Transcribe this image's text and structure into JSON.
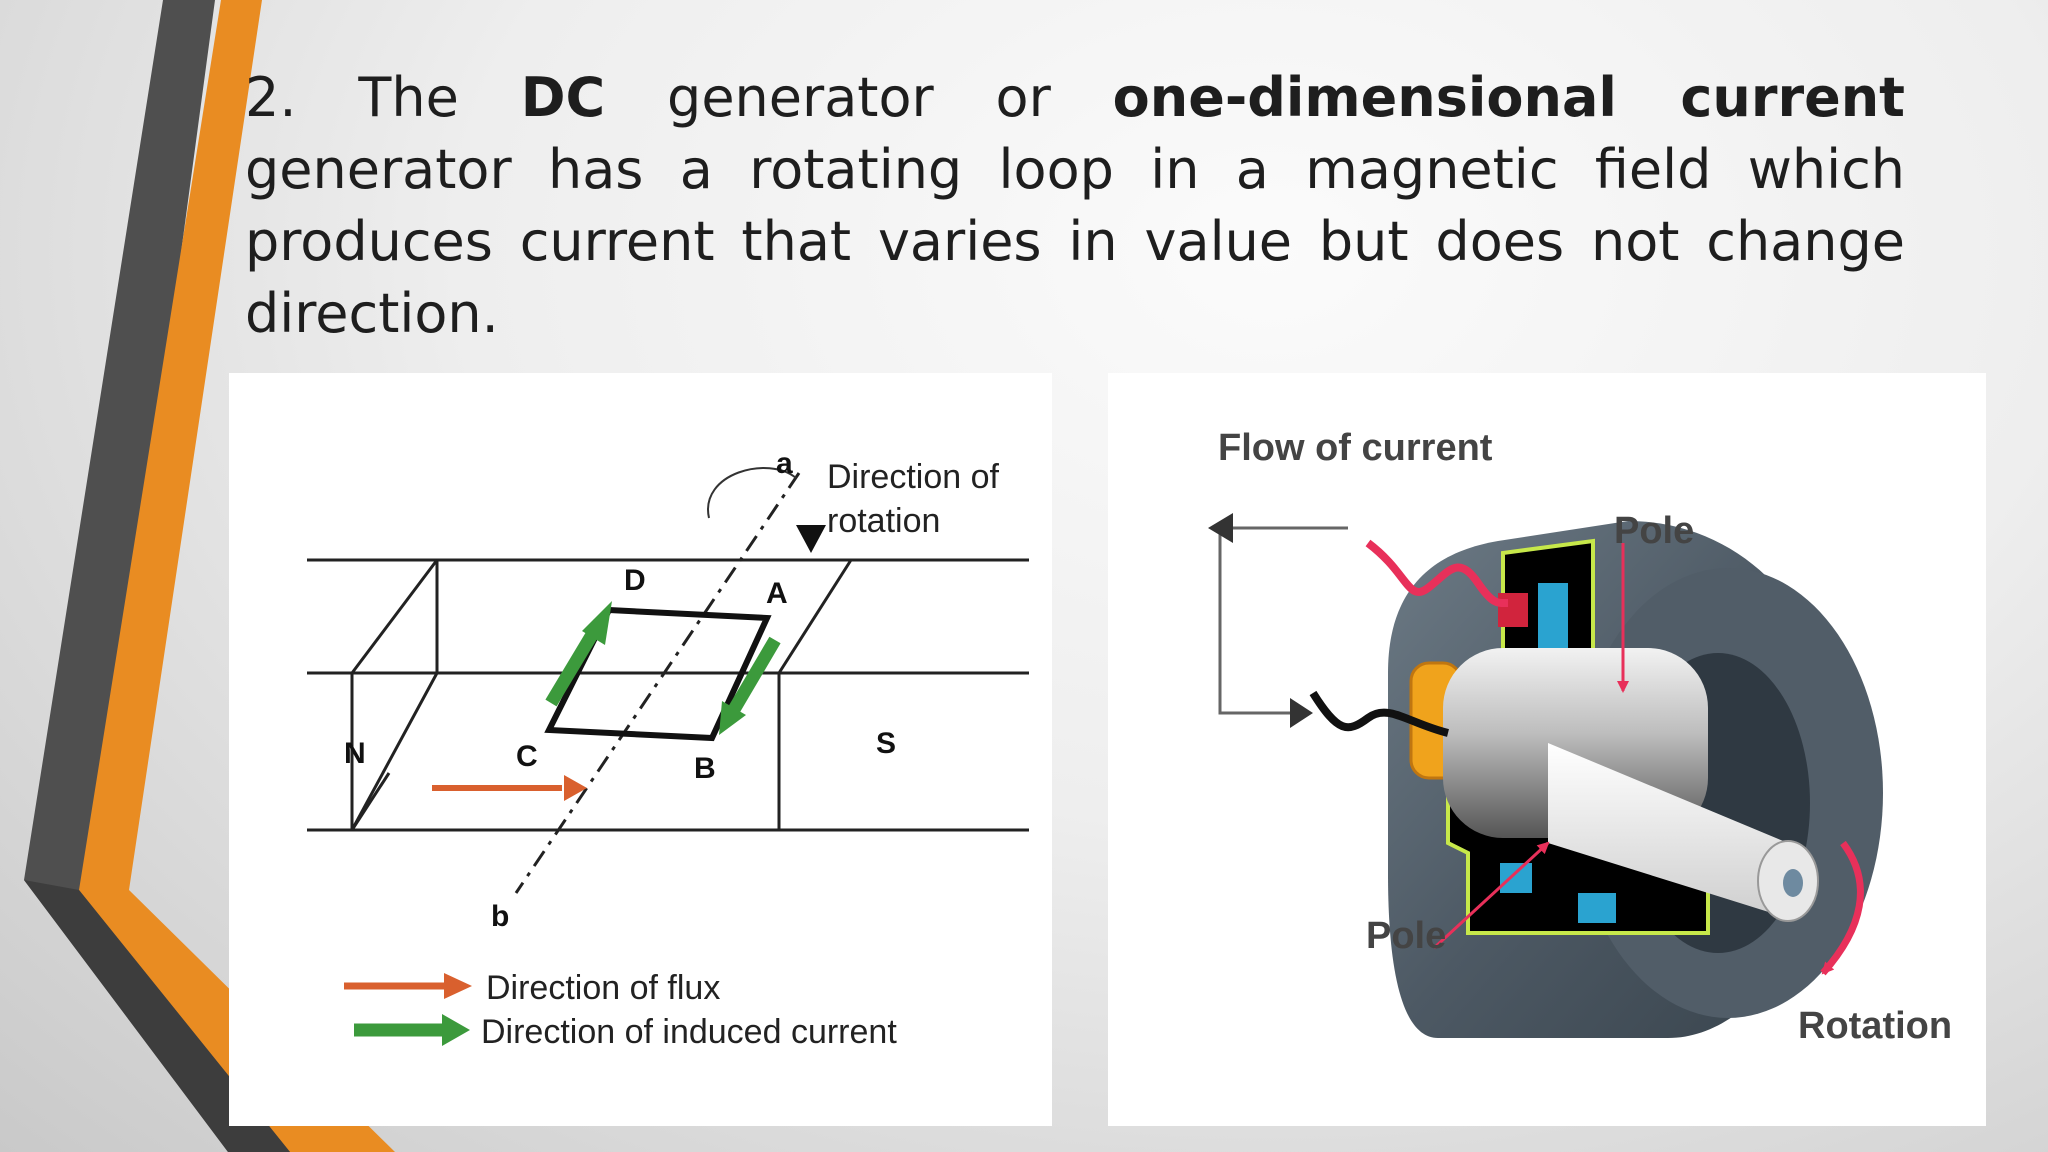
{
  "slide": {
    "parts": [
      {
        "text": "2. The ",
        "bold": false
      },
      {
        "text": "DC",
        "bold": true
      },
      {
        "text": " generator or ",
        "bold": false
      },
      {
        "text": "one-dimensional current",
        "bold": true
      },
      {
        "text": " generator has a rotating loop in a magnetic field which produces current that varies in value but does not change direction.",
        "bold": false
      }
    ]
  },
  "diagram_left": {
    "a": "a",
    "b": "b",
    "rotation_1": "Direction of",
    "rotation_2": "rotation",
    "D": "D",
    "A": "A",
    "C": "C",
    "B": "B",
    "N": "N",
    "S": "S",
    "legend_flux": "Direction of flux",
    "legend_current": "Direction of induced current"
  },
  "diagram_right": {
    "flow": "Flow of current",
    "pole_top": "Pole",
    "pole_bottom": "Pole",
    "rotation": "Rotation"
  },
  "colors": {
    "orange": "#e98c22",
    "dark_gray": "#4e4e4e",
    "flux_arrow": "#d9602e",
    "current_arrow": "#3c9a3c",
    "wire_red": "#e8305a",
    "frame_green": "#c7e84a",
    "magnet_blue": "#2aa3d0"
  }
}
